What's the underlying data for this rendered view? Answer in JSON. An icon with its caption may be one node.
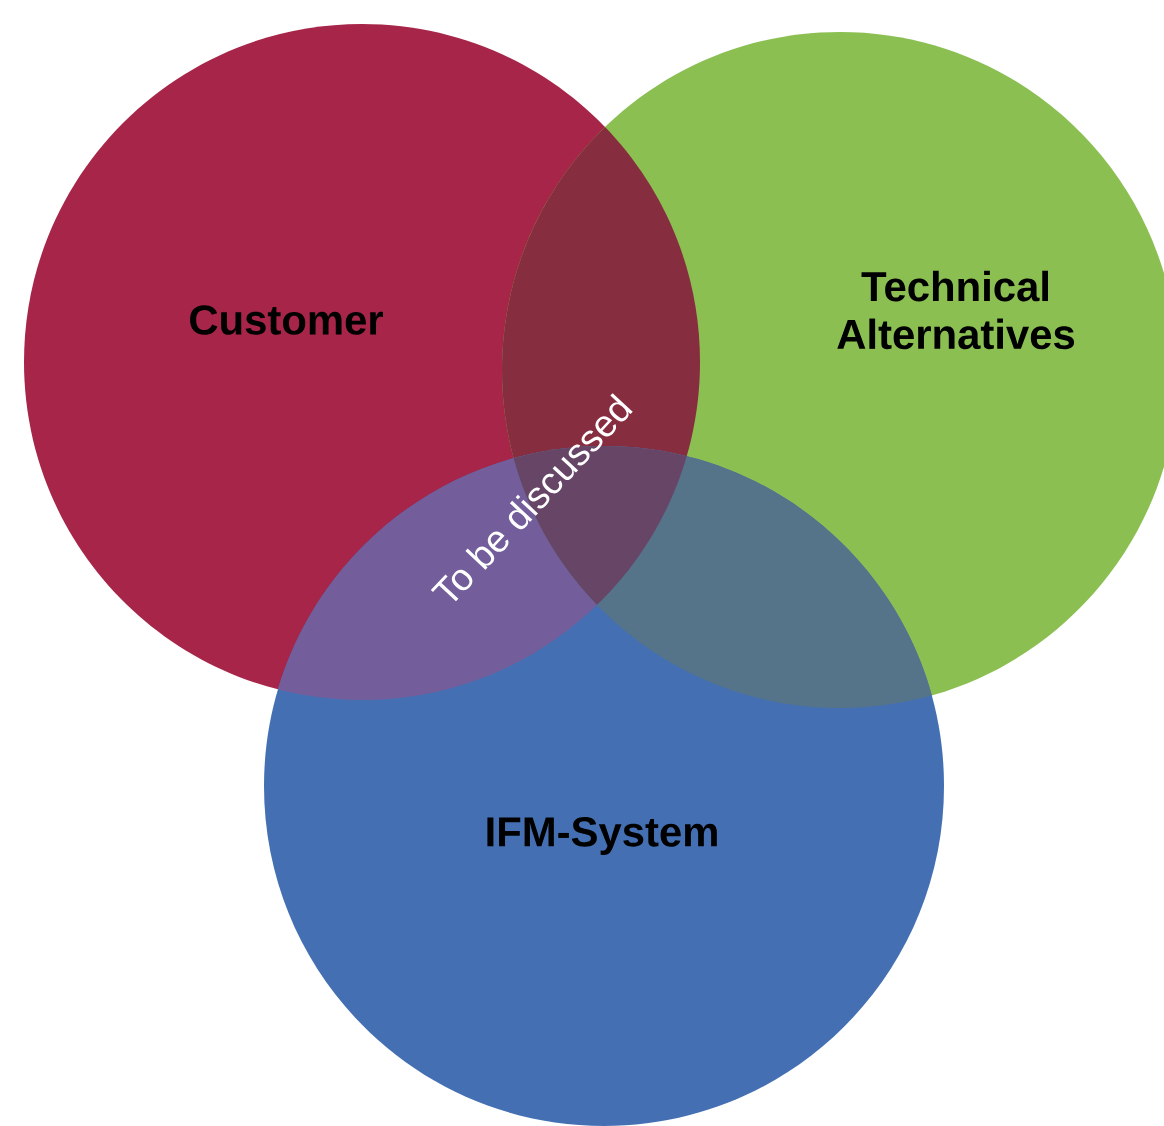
{
  "diagram": {
    "nodes": [
      {
        "text": [
          "Customer"
        ]
      },
      {
        "text": [
          "Technical Alternatives"
        ]
      },
      {
        "text": [
          "IFM-System"
        ]
      }
    ],
    "labels": [
      "To be discussed"
    ]
  }
}
